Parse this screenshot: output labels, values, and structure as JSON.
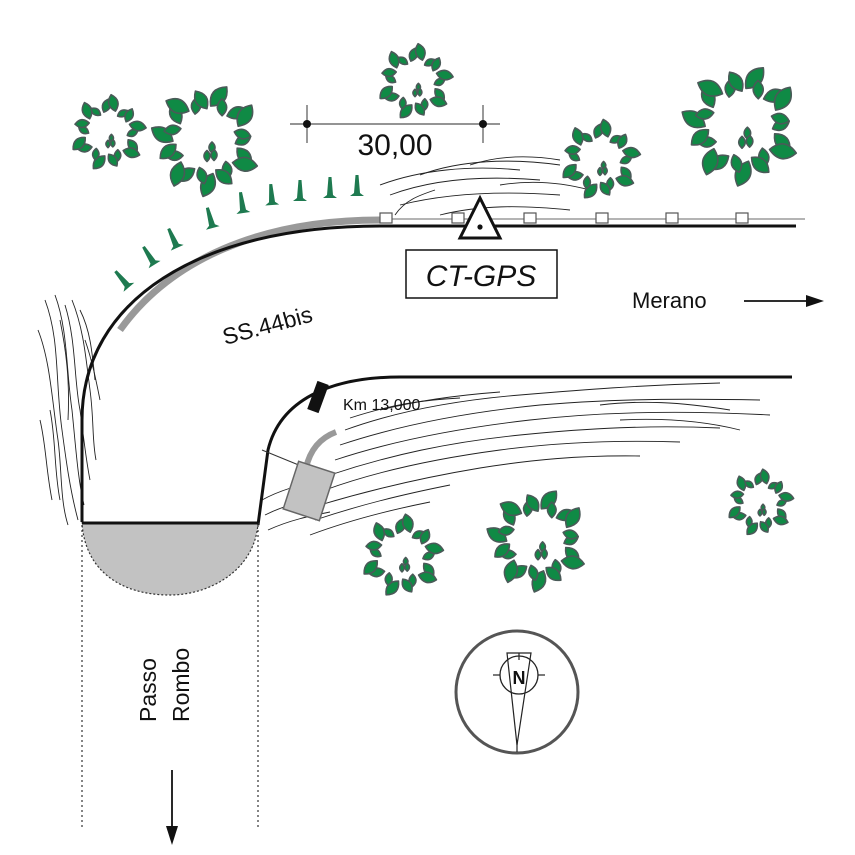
{
  "diagram": {
    "type": "site-plan",
    "road_name": "SS.44bis",
    "station_label": "CT-GPS",
    "kilometer_marker": "Km 13,000",
    "scale_dimension": "30,00",
    "directions": {
      "east": "Merano",
      "south_line1": "Passo",
      "south_line2": "Rombo"
    },
    "compass": {
      "north_label": "N"
    },
    "colors": {
      "tree_fill": "#0f8a45",
      "tree_outline": "#4a5a58",
      "cone": "#1e7a50",
      "guardrail": "#999999",
      "parking_fill": "#c2c2c2",
      "road_line": "#111111"
    },
    "trees": [
      {
        "id": "tree-1",
        "size": "small"
      },
      {
        "id": "tree-2",
        "size": "large"
      },
      {
        "id": "tree-3",
        "size": "small"
      },
      {
        "id": "tree-4",
        "size": "small"
      },
      {
        "id": "tree-5",
        "size": "large"
      },
      {
        "id": "tree-6",
        "size": "small"
      },
      {
        "id": "tree-7",
        "size": "large"
      },
      {
        "id": "tree-8",
        "size": "small"
      }
    ],
    "cone_count": 9
  }
}
